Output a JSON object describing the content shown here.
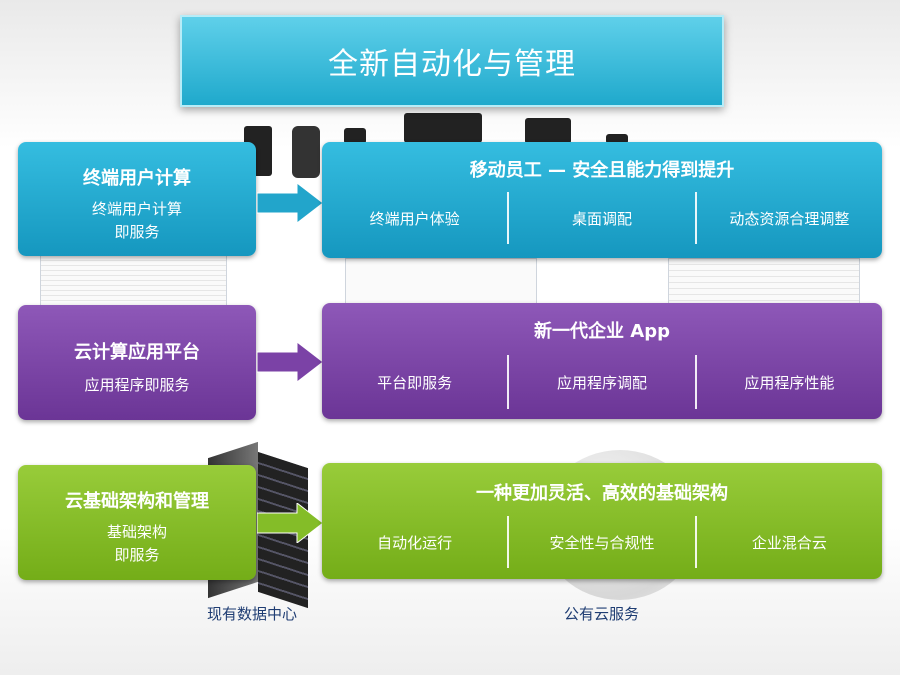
{
  "title": "全新自动化与管理",
  "rows": [
    {
      "left_title": "终端用户计算",
      "left_sub1": "终端用户计算",
      "left_sub2": "即服务",
      "right_title": "移动员工 — 安全且能力得到提升",
      "cells": [
        "终端用户体验",
        "桌面调配",
        "动态资源合理调整"
      ],
      "color": "#1fa9cc"
    },
    {
      "left_title": "云计算应用平台",
      "left_sub1": "应用程序即服务",
      "right_title": "新一代企业 App",
      "cells": [
        "平台即服务",
        "应用程序调配",
        "应用程序性能"
      ],
      "color": "#7b42a6"
    },
    {
      "left_title": "云基础架构和管理",
      "left_sub1": "基础架构",
      "left_sub2": "即服务",
      "right_title": "一种更加灵活、高效的基础架构",
      "cells": [
        "自动化运行",
        "安全性与合规性",
        "企业混合云"
      ],
      "color": "#84bd28"
    }
  ],
  "captions": {
    "datacenter": "现有数据中心",
    "public_cloud": "公有云服务"
  }
}
